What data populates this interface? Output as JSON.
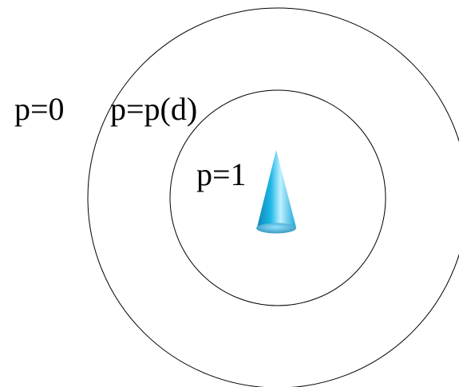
{
  "labels": {
    "outside": "p=0",
    "ring": "p=p(d)",
    "center": "p=1"
  },
  "colors": {
    "background": "#ffffff",
    "circle_stroke": "#000000",
    "cone_dark": "#0a86b8",
    "cone_mid": "#1fb7e6",
    "cone_light": "#bff1ff",
    "cone_base": "#2a8db5"
  },
  "icons": {
    "center_marker": "cone-icon"
  }
}
